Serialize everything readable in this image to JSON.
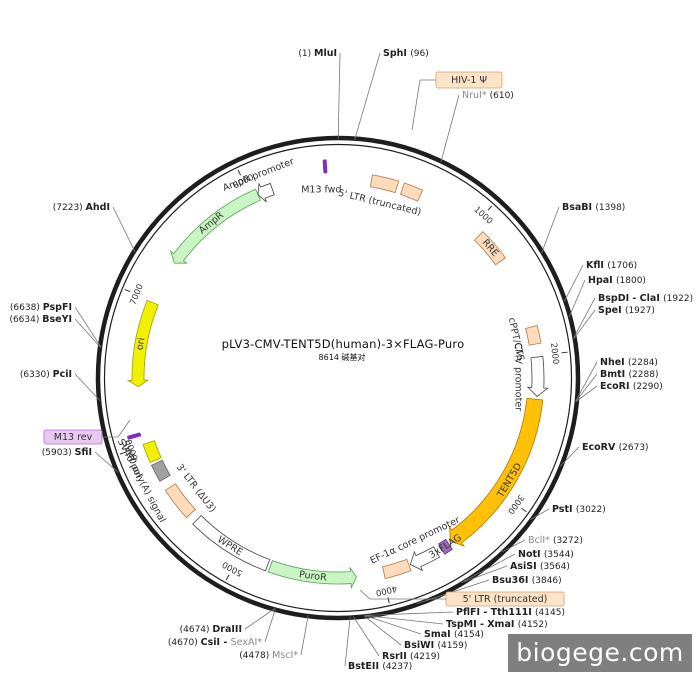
{
  "title": "pLV3-CMV-TENT5D(human)-3×FLAG-Puro",
  "subtitle": "8614 碱基对",
  "watermark": "biogege.com",
  "colors": {
    "backbone": "#1e1e1e",
    "promoter_fill": "#ffffff",
    "cds_fill": "#ffc107",
    "amp_fill": "#c8f5c2",
    "ori_fill": "#f0f000",
    "ltr_fill": "#fddbbb",
    "small_feature": "#fddbbb",
    "primer": "#7b2fbf",
    "flag": "#9b6bb5",
    "grey_box": "#a0a0a0",
    "label_box_orange": "#fde3c8",
    "label_box_purple": "#e8c8f0"
  },
  "length_bp": 8614,
  "ticks": [
    {
      "pos": 1000,
      "label": "1000"
    },
    {
      "pos": 2000,
      "label": "2000"
    },
    {
      "pos": 3000,
      "label": "3000"
    },
    {
      "pos": 4000,
      "label": "4000"
    },
    {
      "pos": 5000,
      "label": "5000"
    },
    {
      "pos": 6000,
      "label": "6000"
    },
    {
      "pos": 7000,
      "label": "7000"
    },
    {
      "pos": 8000,
      "label": "8000"
    }
  ],
  "features": [
    {
      "name": "5' LTR (truncated)",
      "start": 230,
      "end": 410,
      "type": "ltr",
      "label": "5' LTR (truncated)"
    },
    {
      "name": "HIV-1 Ψ",
      "start": 450,
      "end": 580,
      "type": "small",
      "label": ""
    },
    {
      "name": "RRE",
      "start": 1070,
      "end": 1300,
      "type": "small",
      "label": "RRE"
    },
    {
      "name": "cPPT/CTS",
      "start": 1800,
      "end": 1920,
      "type": "small",
      "label": "cPPT/CTS"
    },
    {
      "name": "CMV promoter",
      "start": 2010,
      "end": 2280,
      "type": "promoter",
      "label": "CMV promoter"
    },
    {
      "name": "TENT5D",
      "start": 2300,
      "end": 3480,
      "type": "cds",
      "label": "TENT5D"
    },
    {
      "name": "3xFLAG",
      "start": 3500,
      "end": 3560,
      "type": "flag",
      "label": "3xFLAG"
    },
    {
      "name": "EF-1α core promoter",
      "start": 3600,
      "end": 3800,
      "type": "promoter",
      "label": "EF-1α core promoter"
    },
    {
      "name": "5' LTR (truncated) b",
      "start": 3810,
      "end": 3990,
      "type": "ltr",
      "label": ""
    },
    {
      "name": "PuroR",
      "start": 4180,
      "end": 4780,
      "type": "puro",
      "label": "PuroR"
    },
    {
      "name": "WPRE",
      "start": 4800,
      "end": 5380,
      "type": "wpre",
      "label": "WPRE"
    },
    {
      "name": "3' LTR (ΔU3)",
      "start": 5440,
      "end": 5670,
      "type": "ltr",
      "label": "3' LTR (ΔU3)"
    },
    {
      "name": "SV40 poly(A) signal",
      "start": 5740,
      "end": 5860,
      "type": "grey",
      "label": "SV40 poly(A) signal"
    },
    {
      "name": "SV40 ori",
      "start": 5880,
      "end": 6010,
      "type": "ori_yellow",
      "label": "SV40 ori"
    },
    {
      "name": "ori",
      "start": 6400,
      "end": 6990,
      "type": "ori",
      "label": "ori"
    },
    {
      "name": "AmpR",
      "start": 7300,
      "end": 8050,
      "type": "amp",
      "label": "AmpR"
    },
    {
      "name": "AmpR promoter",
      "start": 8050,
      "end": 8155,
      "type": "promoter_amp",
      "label": "AmpR promoter"
    }
  ],
  "primers": [
    {
      "name": "M13 fwd",
      "pos": 8530,
      "label": "M13 fwd"
    },
    {
      "name": "M13 rev",
      "pos": 6080,
      "label": "M13 rev"
    }
  ],
  "sites": [
    {
      "name": "MluI",
      "pos": "(1)",
      "bp": 1,
      "side": "left"
    },
    {
      "name": "SphI",
      "pos": "(96)",
      "bp": 96,
      "side": "right"
    },
    {
      "name": "NruI*",
      "pos": "(610)",
      "bp": 610,
      "side": "right",
      "grey": true
    },
    {
      "name": "BsaBI",
      "pos": "(1398)",
      "bp": 1398,
      "side": "right"
    },
    {
      "name": "KflI",
      "pos": "(1706)",
      "bp": 1706,
      "side": "right"
    },
    {
      "name": "HpaI",
      "pos": "(1800)",
      "bp": 1800,
      "side": "right"
    },
    {
      "name": "BspDI - ClaI",
      "pos": "(1922)",
      "bp": 1922,
      "side": "right"
    },
    {
      "name": "SpeI",
      "pos": "(1927)",
      "bp": 1927,
      "side": "right"
    },
    {
      "name": "NheI",
      "pos": "(2284)",
      "bp": 2284,
      "side": "right"
    },
    {
      "name": "BmtI",
      "pos": "(2288)",
      "bp": 2288,
      "side": "right"
    },
    {
      "name": "EcoRI",
      "pos": "(2290)",
      "bp": 2290,
      "side": "right"
    },
    {
      "name": "EcoRV",
      "pos": "(2673)",
      "bp": 2673,
      "side": "right"
    },
    {
      "name": "PstI",
      "pos": "(3022)",
      "bp": 3022,
      "side": "right"
    },
    {
      "name": "BclI*",
      "pos": "(3272)",
      "bp": 3272,
      "side": "right",
      "grey": true
    },
    {
      "name": "NotI",
      "pos": "(3544)",
      "bp": 3544,
      "side": "right"
    },
    {
      "name": "AsiSI",
      "pos": "(3564)",
      "bp": 3564,
      "side": "right"
    },
    {
      "name": "Bsu36I",
      "pos": "(3846)",
      "bp": 3846,
      "side": "right"
    },
    {
      "name": "PflFI - Tth111I",
      "pos": "(4145)",
      "bp": 4145,
      "side": "right"
    },
    {
      "name": "TspMI - XmaI",
      "pos": "(4152)",
      "bp": 4152,
      "side": "right"
    },
    {
      "name": "SmaI",
      "pos": "(4154)",
      "bp": 4154,
      "side": "right"
    },
    {
      "name": "BsiWI",
      "pos": "(4159)",
      "bp": 4159,
      "side": "right"
    },
    {
      "name": "RsrII",
      "pos": "(4219)",
      "bp": 4219,
      "side": "right"
    },
    {
      "name": "BstEII",
      "pos": "(4237)",
      "bp": 4237,
      "side": "right"
    },
    {
      "name": "MscI*",
      "pos": "(4478)",
      "bp": 4478,
      "side": "left",
      "grey": true
    },
    {
      "name": "CsiI - SexAI*",
      "pos": "(4670)",
      "bp": 4670,
      "side": "left",
      "grey_partial": "SexAI*"
    },
    {
      "name": "DraIII",
      "pos": "(4674)",
      "bp": 4674,
      "side": "left"
    },
    {
      "name": "SfiI",
      "pos": "(5903)",
      "bp": 5903,
      "side": "left"
    },
    {
      "name": "PciI",
      "pos": "(6330)",
      "bp": 6330,
      "side": "left"
    },
    {
      "name": "BseYI",
      "pos": "(6634)",
      "bp": 6634,
      "side": "left"
    },
    {
      "name": "PspFI",
      "pos": "(6638)",
      "bp": 6638,
      "side": "left"
    },
    {
      "name": "AhdI",
      "pos": "(7223)",
      "bp": 7223,
      "side": "left"
    }
  ],
  "boxed_labels": [
    {
      "text": "HIV-1 Ψ",
      "style": "orange"
    },
    {
      "text": "5' LTR (truncated)",
      "style": "orange"
    },
    {
      "text": "M13 rev",
      "style": "purple"
    }
  ]
}
